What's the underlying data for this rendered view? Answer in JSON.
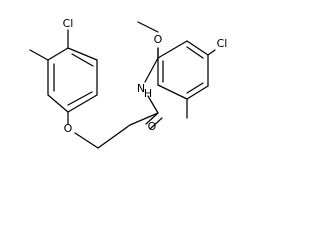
{
  "colors": {
    "bond": "#000000",
    "carbon": "#000000",
    "oxygen": "#000000",
    "nitrogen": "#000000",
    "chlorine": "#000000",
    "background": "#ffffff"
  },
  "atoms": {
    "cl_left": "Cl",
    "o_ether": "O",
    "o_methoxy": "O",
    "n_amide": "N",
    "h_amide": "H",
    "o_carbonyl": "O",
    "cl_right": "Cl"
  }
}
